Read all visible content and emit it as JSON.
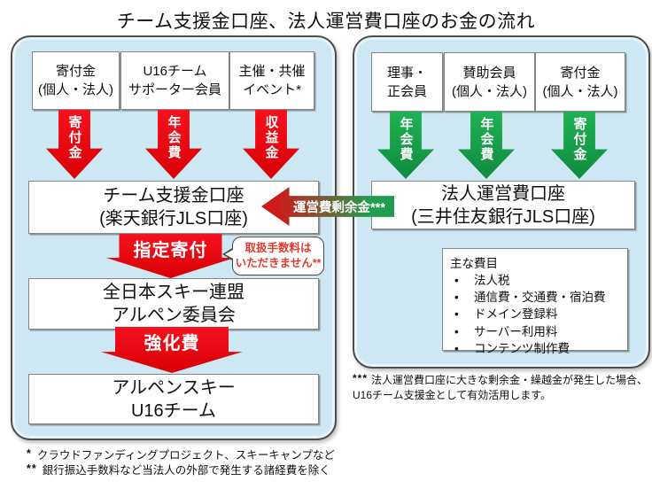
{
  "title": "チーム支援金口座、法人運営費口座のお金の流れ",
  "surplus_arrow": {
    "label": "運営費剰余金***"
  },
  "left_panel": {
    "sources": [
      {
        "label": "寄付金\n(個人・法人)"
      },
      {
        "label": "U16チーム\nサポーター会員"
      },
      {
        "label": "主催・共催\nイベント*"
      }
    ],
    "flow_arrows": [
      {
        "label": "寄付金"
      },
      {
        "label": "年会費"
      },
      {
        "label": "収益金"
      }
    ],
    "account_box": {
      "label": "チーム支援金口座\n(楽天銀行JLS口座)"
    },
    "donation_arrow": {
      "label": "指定寄付"
    },
    "fee_callout": {
      "label": "取扱手数料は\nいただきません**"
    },
    "federation_box": {
      "label": "全日本スキー連盟\nアルペン委員会"
    },
    "strength_arrow": {
      "label": "強化費"
    },
    "team_box": {
      "label": "アルペンスキー\nU16チーム"
    }
  },
  "right_panel": {
    "sources": [
      {
        "label": "理事・\n正会員"
      },
      {
        "label": "賛助会員\n(個人・法人)"
      },
      {
        "label": "寄付金\n(個人・法人)"
      }
    ],
    "flow_arrows": [
      {
        "label": "年会費"
      },
      {
        "label": "年会費"
      },
      {
        "label": "寄付金"
      }
    ],
    "account_box": {
      "label": "法人運営費口座\n(三井住友銀行JLS口座)"
    },
    "expense_box": {
      "heading": "主な費目",
      "items": [
        "法人税",
        "通信費・交通費・宿泊費",
        "ドメイン登録料",
        "サーバー利用料",
        "コンテンツ制作費"
      ]
    }
  },
  "footnotes": {
    "left_1_marker": "*",
    "left_1": "クラウドファンディングプロジェクト、スキーキャンプなど",
    "left_2_marker": "**",
    "left_2": "銀行振込手数料など当法人の外部で発生する諸経費を除く",
    "right_marker": "***",
    "right": "法人運営費口座に大きな剰余金・繰越金が発生した場合、\nU16チーム支援金として有効活用します。"
  },
  "colors": {
    "panel_bg": "#cde7f3",
    "red_arrow": "#e8000d",
    "green_arrow": "#18a24b",
    "callout_text": "#e23b2e"
  }
}
